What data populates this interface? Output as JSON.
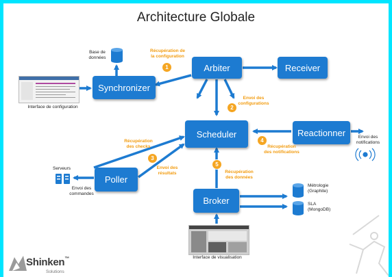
{
  "title": "Architecture Globale",
  "nodes": {
    "arbiter": "Arbiter",
    "receiver": "Receiver",
    "synchronizer": "Synchronizer",
    "scheduler": "Scheduler",
    "reactionner": "Reactionner",
    "poller": "Poller",
    "broker": "Broker"
  },
  "labels": {
    "base_line1": "Base de",
    "base_line2": "données",
    "config_ui": "Interface de configuration",
    "servers": "Serveurs",
    "send_cmd_line1": "Envoi des",
    "send_cmd_line2": "commandes",
    "send_notif_line1": "Envoi des",
    "send_notif_line2": "notifications",
    "metro_line1": "Métrologie",
    "metro_line2": "(Graphite)",
    "sla_line1": "SLA",
    "sla_line2": "(MongoDB)",
    "visu_ui": "Interface de visualisation"
  },
  "steps": [
    {
      "num": "1",
      "line1": "Récupération de",
      "line2": "la configuration"
    },
    {
      "num": "2",
      "line1": "Envoi des",
      "line2": "configurations"
    },
    {
      "num": "3",
      "line1": "Récupération",
      "line2": "des checks",
      "extra1": "Envoi des",
      "extra2": "résultats"
    },
    {
      "num": "4",
      "line1": "Récupération",
      "line2": "des notifications"
    },
    {
      "num": "5",
      "line1": "Récupération",
      "line2": "des données"
    }
  ],
  "logo": {
    "name": "Shinken",
    "tm": "™",
    "sub": "Solutions"
  },
  "colors": {
    "node": "#1d7bd1",
    "accent": "#f29b0e",
    "frame": "#00e5ff"
  }
}
